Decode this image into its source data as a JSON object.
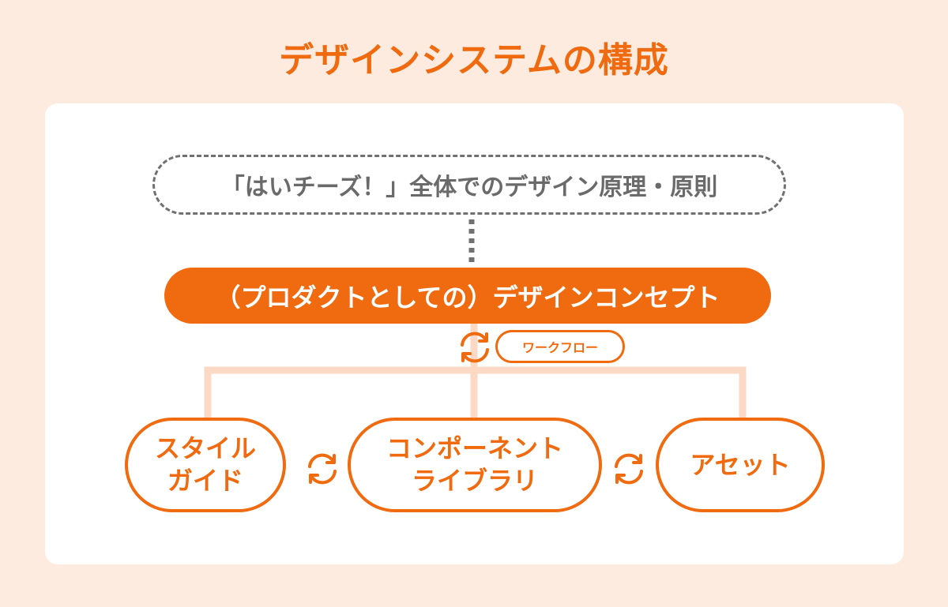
{
  "title": "デザインシステムの構成",
  "principle": "「はいチーズ！」全体でのデザイン原理・原則",
  "concept": "（プロダクトとしての）デザインコンセプト",
  "workflow": "ワークフロー",
  "nodes": {
    "style_guide": {
      "line1": "スタイル",
      "line2": "ガイド"
    },
    "component_library": {
      "line1": "コンポーネント",
      "line2": "ライブラリ"
    },
    "assets": {
      "line1": "アセット"
    }
  },
  "colors": {
    "accent": "#f06a0f",
    "accent_light": "#fbd9c4",
    "background": "#fdebe0",
    "panel": "#ffffff",
    "dashed_gray": "#707070"
  },
  "icons": {
    "cycle": "cycle-arrows-icon"
  }
}
